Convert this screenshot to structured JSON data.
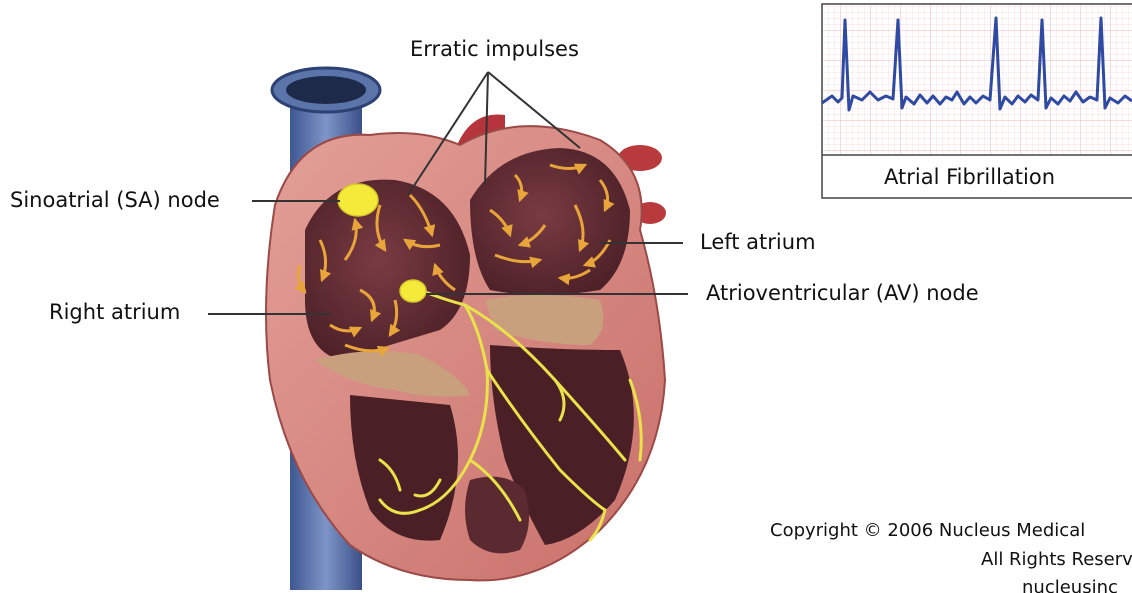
{
  "labels": {
    "erratic_impulses": "Erratic impulses",
    "sa_node": "Sinoatrial (SA) node",
    "right_atrium": "Right atrium",
    "left_atrium": "Left atrium",
    "av_node": "Atrioventricular (AV) node"
  },
  "ecg": {
    "caption": "Atrial Fibrillation"
  },
  "copyright": {
    "line1": "Copyright © 2006 Nucleus Medical",
    "line2": "All Rights Reserved",
    "line3": "nucleusinc"
  },
  "colors": {
    "impulse": "#e8a53a",
    "conduction": "#e9e24a",
    "vein": "#5a73a8",
    "muscle": "#d98c86",
    "chamber": "#5a2a30",
    "ecg_line": "#2f4aa3",
    "ecg_grid": "#f3bfc0"
  }
}
